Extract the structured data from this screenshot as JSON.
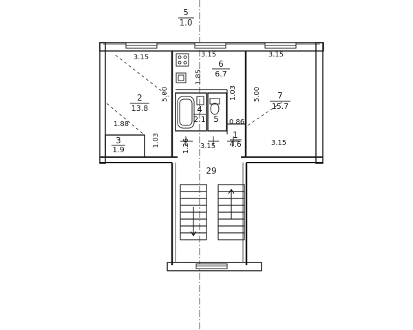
{
  "header": {
    "number": "5",
    "value": "1.0"
  },
  "rooms": [
    {
      "id": "2",
      "area": "13.8"
    },
    {
      "id": "3",
      "area": "1.9"
    },
    {
      "id": "4",
      "area": "2.1"
    },
    {
      "id": "5",
      "area": ""
    },
    {
      "id": "6",
      "area": "6.7"
    },
    {
      "id": "7",
      "area": "15.7"
    },
    {
      "id": "1",
      "area": "4.6"
    }
  ],
  "dims": {
    "top_left": "3.15",
    "top_mid": "3.15",
    "top_right": "3.15",
    "left_height": "5.00",
    "right_height": "5.00",
    "bottom_mid": "3.15",
    "bottom_right": "3.15",
    "d185": "1.85",
    "d103a": "1.03",
    "d103b": "1.03",
    "d188": "1.88",
    "d126": "1.26",
    "d086": "0.86"
  },
  "stair": {
    "number": "29"
  },
  "colors": {
    "line": "#1a1a1a",
    "background": "#ffffff"
  }
}
